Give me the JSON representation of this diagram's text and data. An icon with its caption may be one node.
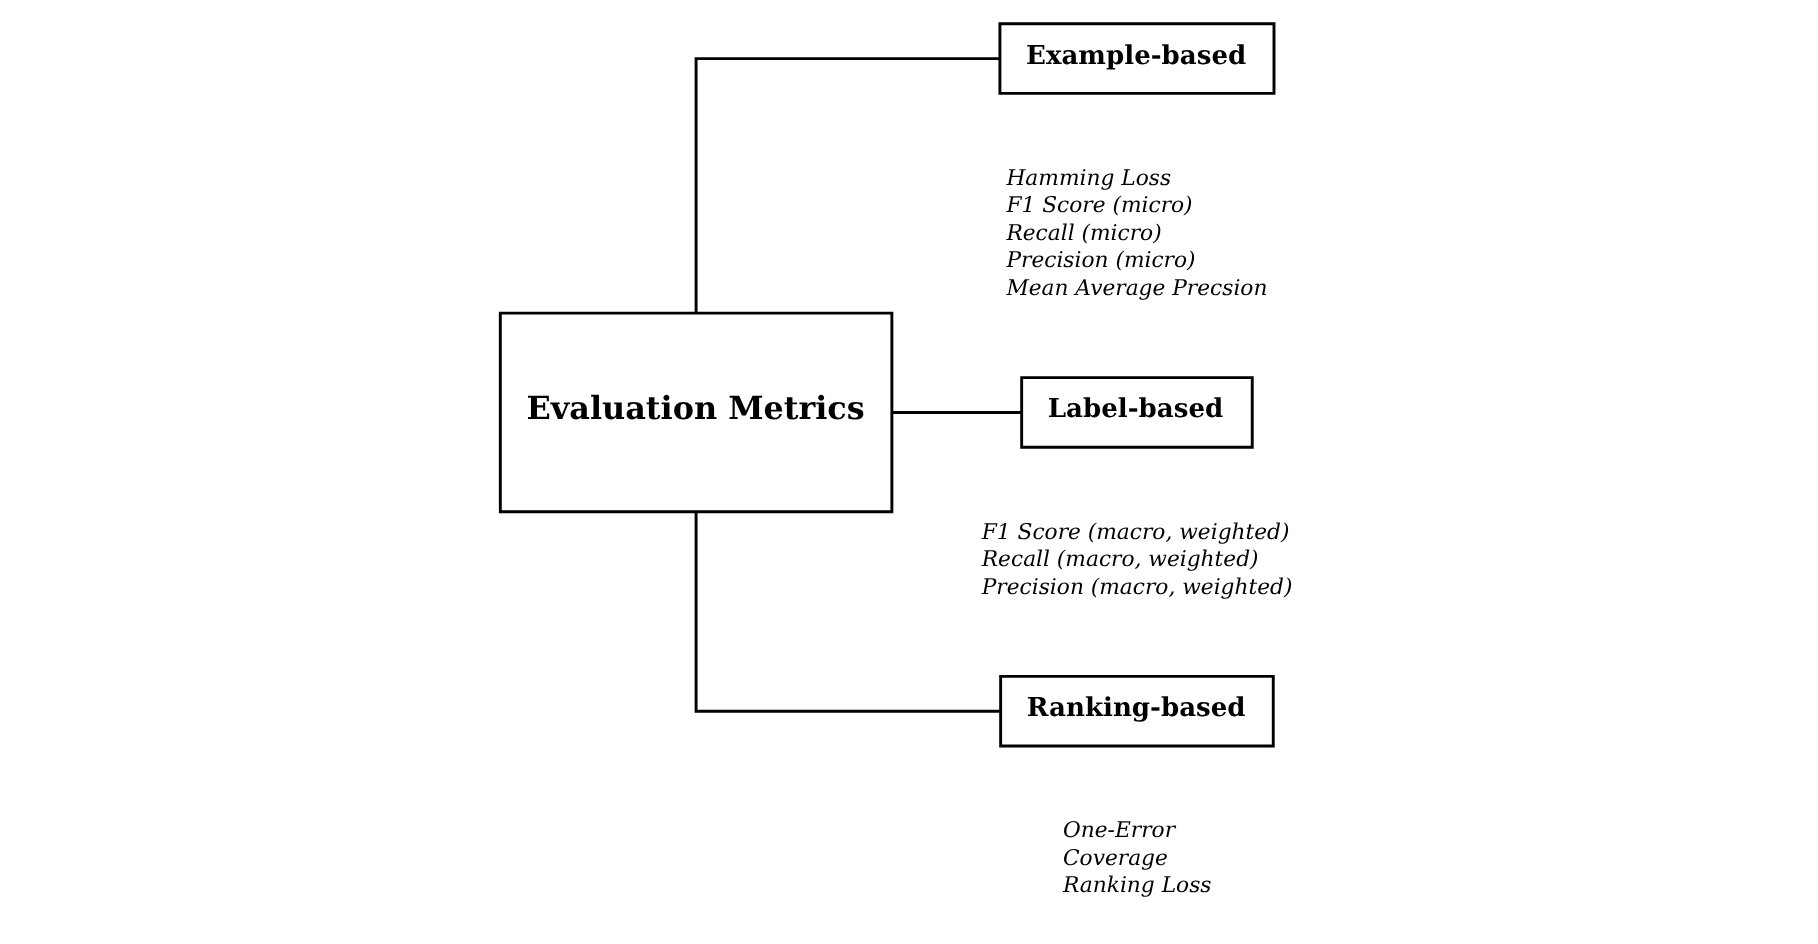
{
  "diagram": {
    "nodes": [
      {
        "text": [
          "Evaluation Metrics"
        ]
      },
      {
        "text": [
          "Example-based"
        ],
        "beside": [
          "Hamming Loss",
          "F1 Score (micro)",
          "Recall (micro)",
          "Precision (micro)",
          "Mean Average Precsion"
        ]
      },
      {
        "text": [
          "Label-based"
        ],
        "beside": [
          "F1 Score (macro, weighted)",
          "Recall (macro, weighted)",
          "Precision (macro, weighted)"
        ]
      },
      {
        "text": [
          "Ranking-based"
        ],
        "beside": [
          "One-Error",
          "Coverage",
          "Ranking Loss"
        ]
      }
    ],
    "edges": [
      {
        "from": 0,
        "to": 1,
        "arrow": "none"
      },
      {
        "from": 0,
        "to": 2,
        "arrow": "none"
      },
      {
        "from": 0,
        "to": 3,
        "arrow": "none"
      }
    ]
  }
}
